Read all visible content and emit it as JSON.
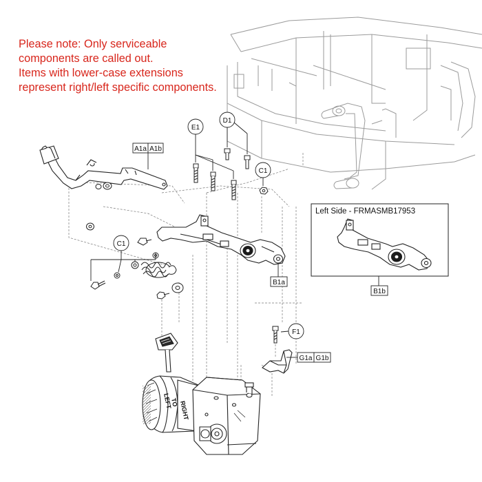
{
  "note": {
    "lines": [
      "Please note: Only serviceable",
      "components are called out.",
      "Items with lower-case extensions",
      "represent right/left specific components."
    ],
    "color": "#d8261c"
  },
  "callouts": {
    "e1": "E1",
    "d1": "D1",
    "c1_top": "C1",
    "c1_left": "C1",
    "f1": "F1"
  },
  "labels": {
    "a1a": "A1a",
    "a1b": "A1b",
    "b1a": "B1a",
    "b1b": "B1b",
    "g1a": "G1a",
    "g1b": "G1b"
  },
  "inset": {
    "title": "Left Side - FRMASMB17953"
  },
  "motor": {
    "text_left": "LEFT",
    "text_to": "TO",
    "text_right": "RIGHT"
  }
}
